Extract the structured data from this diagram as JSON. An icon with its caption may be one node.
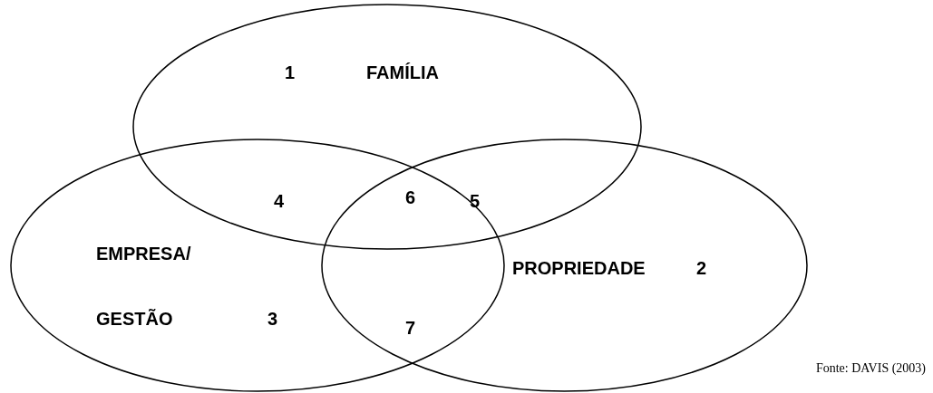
{
  "diagram": {
    "caption": "Fonte: DAVIS (2003)",
    "nodes": [
      {
        "text": [
          "1",
          "FAMÍLIA"
        ]
      },
      {
        "text": [
          "EMPRESA/ GESTÃO",
          "3"
        ]
      },
      {
        "text": [
          "PROPRIEDADE",
          "2"
        ]
      }
    ],
    "labels": [
      "4",
      "6",
      "5",
      "7"
    ]
  }
}
